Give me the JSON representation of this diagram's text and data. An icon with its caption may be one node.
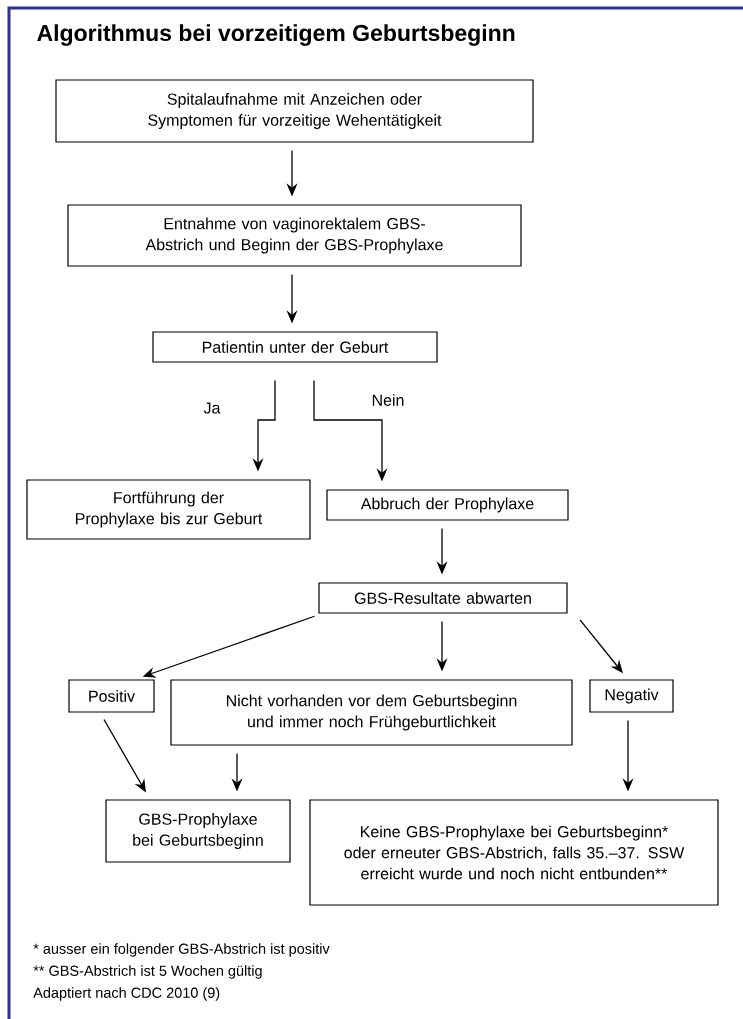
{
  "diagram": {
    "title": "Algorithmus bei vorzeitigem Geburtsbeginn",
    "nodes": [
      {
        "text": [
          "Spitalaufnahme mit Anzeichen oder Symptomen für vorzeitige Wehentätigkeit"
        ]
      },
      {
        "text": [
          "Entnahme von vaginorektalem GBS-Abstrich und Beginn der GBS-Prophylaxe"
        ]
      },
      {
        "text": [
          "Patientin unter der Geburt"
        ]
      },
      {
        "text": [
          "Fortführung der Prophylaxe bis zur Geburt"
        ]
      },
      {
        "text": [
          "Abbruch der Prophylaxe"
        ]
      },
      {
        "text": [
          "GBS-Resultate abwarten"
        ]
      },
      {
        "text": [
          "Positiv"
        ]
      },
      {
        "text": [
          "Nicht vorhanden vor dem Geburtsbeginn und immer noch Frühgeburtlichkeit"
        ]
      },
      {
        "text": [
          "Negativ"
        ]
      },
      {
        "text": [
          "GBS-Prophylaxe bei Geburtsbeginn"
        ]
      },
      {
        "text": [
          "Keine GBS-Prophylaxe bei Geburtsbeginn* oder erneuter GBS-Abstrich, falls 35.–37. SSW erreicht wurde und noch nicht entbunden**"
        ]
      }
    ],
    "edges": [
      {
        "from": 0,
        "to": 1,
        "arrow": "to"
      },
      {
        "from": 1,
        "to": 2,
        "arrow": "to"
      },
      {
        "from": 2,
        "to": 3,
        "arrow": "to",
        "label": "Ja"
      },
      {
        "from": 2,
        "to": 4,
        "arrow": "to",
        "label": "Nein"
      },
      {
        "from": 4,
        "to": 5,
        "arrow": "to"
      },
      {
        "from": 5,
        "to": 6,
        "arrow": "to"
      },
      {
        "from": 5,
        "to": 7,
        "arrow": "to"
      },
      {
        "from": 5,
        "to": 8,
        "arrow": "to"
      },
      {
        "from": 6,
        "to": 9,
        "arrow": "to"
      },
      {
        "from": 7,
        "to": 9,
        "arrow": "to"
      },
      {
        "from": 8,
        "to": 10,
        "arrow": "to"
      }
    ],
    "labels": [
      "* ausser ein folgender GBS-Abstrich ist positiv",
      "** GBS-Abstrich ist 5 Wochen gültig",
      "Adaptiert nach CDC 2010 (9)"
    ]
  }
}
